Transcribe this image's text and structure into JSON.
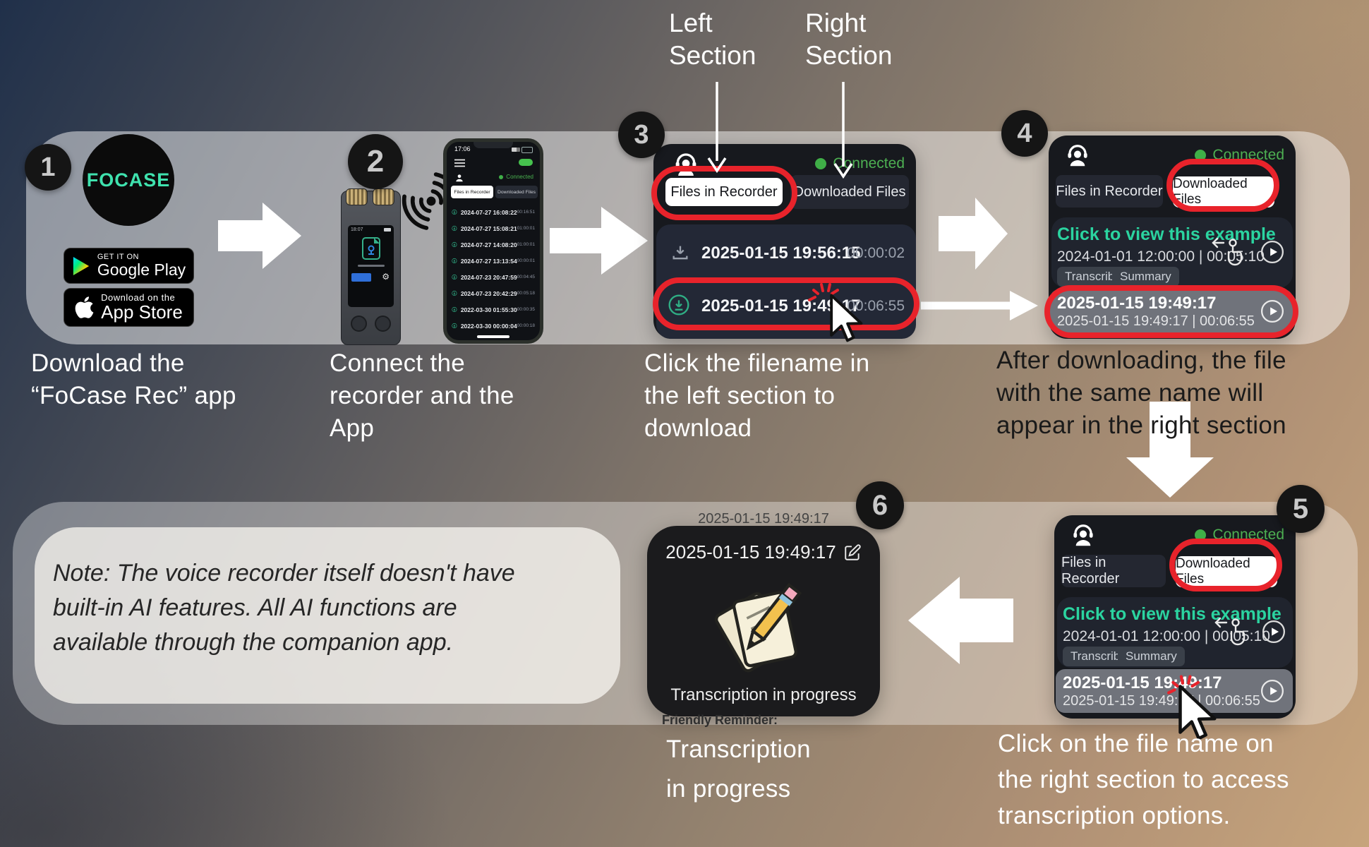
{
  "colors": {
    "highlight_red": "#E8232B",
    "brand_mint": "#3FE2AE",
    "connected_green": "#49B14F",
    "link_teal": "#2BD4A0"
  },
  "annotations": {
    "left": "Left\nSection",
    "right": "Right\nSection"
  },
  "note": "Note: The voice recorder itself doesn't have\nbuilt-in AI features. All AI functions are\navailable through the companion app.",
  "step1": {
    "number": "1",
    "logo": "FOCASE",
    "google_play": {
      "tagline": "GET IT ON",
      "store": "Google Play"
    },
    "app_store": {
      "tagline": "Download on the",
      "store": "App Store"
    },
    "caption": "Download the\n“FoCase Rec” app"
  },
  "step2": {
    "number": "2",
    "caption": "Connect the\nrecorder and the\nApp",
    "recorder": {
      "time": "18:07"
    },
    "phone": {
      "time": "17:06",
      "status": "Connected",
      "tabs": [
        "Files in Recorder",
        "Downloaded Files"
      ],
      "files": [
        {
          "name": "2024-07-27 16:08:22",
          "duration": "00:16:51"
        },
        {
          "name": "2024-07-27 15:08:21",
          "duration": "01:00:01"
        },
        {
          "name": "2024-07-27 14:08:20",
          "duration": "01:00:01"
        },
        {
          "name": "2024-07-27 13:13:54",
          "duration": "00:00:01"
        },
        {
          "name": "2024-07-23 20:47:59",
          "duration": "00:04:45"
        },
        {
          "name": "2024-07-23 20:42:29",
          "duration": "00:05:18"
        },
        {
          "name": "2022-03-30 01:55:30",
          "duration": "00:00:35"
        },
        {
          "name": "2022-03-30 00:00:04",
          "duration": "00:00:18"
        }
      ]
    }
  },
  "step3": {
    "number": "3",
    "caption": "Click the filename in\nthe left section to\ndownload",
    "card": {
      "status": "Connected",
      "tabs": [
        "Files in Recorder",
        "Downloaded Files"
      ],
      "files": [
        {
          "name": "2025-01-15 19:56:15",
          "duration": "00:00:02"
        },
        {
          "name": "2025-01-15 19:49:17",
          "duration": "00:06:55"
        }
      ]
    }
  },
  "step4": {
    "number": "4",
    "caption": "After downloading, the file\nwith the same name will\nappear in the right section",
    "card": {
      "status": "Connected",
      "tabs": [
        "Files in Recorder",
        "Downloaded Files"
      ],
      "example": {
        "title": "Click to view this example",
        "meta": "2024-01-01 12:00:00 | 00:05:10",
        "actions": [
          "Transcribe",
          "Summary"
        ]
      },
      "file": {
        "title": "2025-01-15 19:49:17",
        "meta": "2025-01-15 19:49:17 | 00:06:55"
      }
    }
  },
  "step5": {
    "number": "5",
    "caption": "Click on the file name on\nthe right section to access\ntranscription options.",
    "card": {
      "status": "Connected",
      "tabs": [
        "Files in Recorder",
        "Downloaded Files"
      ],
      "example": {
        "title": "Click to view this example",
        "meta": "2024-01-01 12:00:00 | 00:05:10",
        "actions": [
          "Transcribe",
          "Summary"
        ]
      },
      "file": {
        "title": "2025-01-15 19:49:17",
        "meta": "2025-01-15 19:49:17 | 00:06:55"
      }
    }
  },
  "step6": {
    "number": "6",
    "floating_label": "2025-01-15 19:49:17",
    "title": "2025-01-15 19:49:17",
    "status_text": "Transcription in progress",
    "reminder": "Friendly Reminder:",
    "caption": "Transcription\nin progress"
  }
}
